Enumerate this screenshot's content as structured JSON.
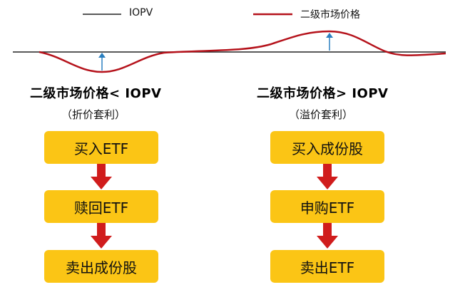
{
  "legend": {
    "iopv_label": "IOPV",
    "market_label": "二级市场价格",
    "iopv_color": "#222222",
    "market_color": "#b5121b"
  },
  "left": {
    "heading": "二级市场价格< IOPV",
    "sub": "（折价套利）",
    "steps": [
      "买入ETF",
      "赎回ETF",
      "卖出成份股"
    ]
  },
  "right": {
    "heading": "二级市场价格> IOPV",
    "sub": "（溢价套利）",
    "steps": [
      "买入成份股",
      "申购ETF",
      "卖出ETF"
    ]
  },
  "colors": {
    "box": "#fbc515",
    "flow_arrow": "#d01c1c",
    "indicator_arrow": "#2a7fc0"
  }
}
